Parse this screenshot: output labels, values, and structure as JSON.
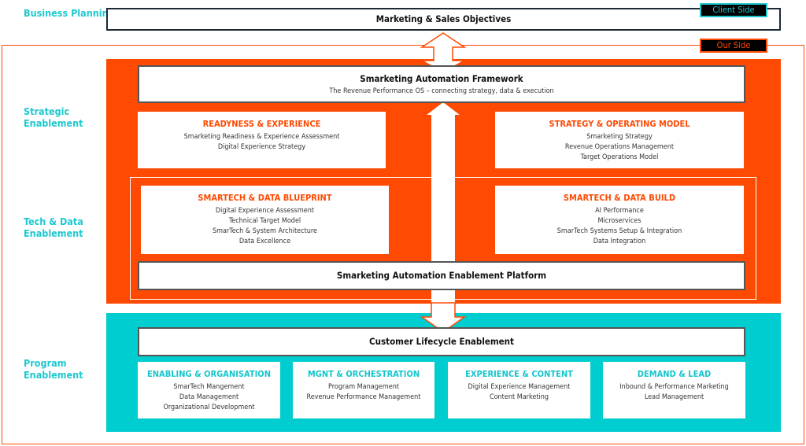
{
  "labels": {
    "business": "Business Planning",
    "strategic": "Strategic Enablement",
    "techdata": "Tech & Data Enablement",
    "program": "Program Enablement"
  },
  "tags": {
    "client": "Client Side",
    "our": "Our Side"
  },
  "client_bar": "Marketing & Sales Objectives",
  "framework": {
    "title": "Smarketing Automation Framework",
    "subtitle": "The Revenue Performance OS – connecting strategy, data & execution"
  },
  "strategic_cards": [
    {
      "title": "READYNESS & EXPERIENCE",
      "items": [
        "Smarketing Readiness & Experience Assessment",
        "Digital Experience Strategy"
      ]
    },
    {
      "title": "STRATEGY & OPERATING MODEL",
      "items": [
        "Smarketing Strategy",
        "Revenue Operations Management",
        "Target Operations Model"
      ]
    }
  ],
  "tech_cards": [
    {
      "title": "SMARTECH & DATA BLUEPRINT",
      "items": [
        "Digital Experience Assessment",
        "Technical Target Model",
        "SmarTech & System Architecture",
        "Data Excellence"
      ]
    },
    {
      "title": "SMARTECH & DATA BUILD",
      "items": [
        "AI Performance",
        "Microservices",
        "SmarTech Systems Setup & Integration",
        "Data Integration"
      ]
    }
  ],
  "platform": "Smarketing Automation Enablement Platform",
  "lifecycle": "Customer Lifecycle Enablement",
  "program_cards": [
    {
      "title": "ENABLING & ORGANISATION",
      "items": [
        "SmarTech Mangement",
        "Data Management",
        "Organizational Development"
      ]
    },
    {
      "title": "MGNT & ORCHESTRATION",
      "items": [
        "Program Management",
        "Revenue Performance Management"
      ]
    },
    {
      "title": "EXPERIENCE & CONTENT",
      "items": [
        "Digital Experience Management",
        "Content Marketing"
      ]
    },
    {
      "title": "DEMAND & LEAD",
      "items": [
        "Inbound & Performance Marketing",
        "Lead Management"
      ]
    }
  ],
  "colors": {
    "orange": "#fe4a03",
    "teal": "#00cdd0",
    "label": "#1ec8d0"
  }
}
